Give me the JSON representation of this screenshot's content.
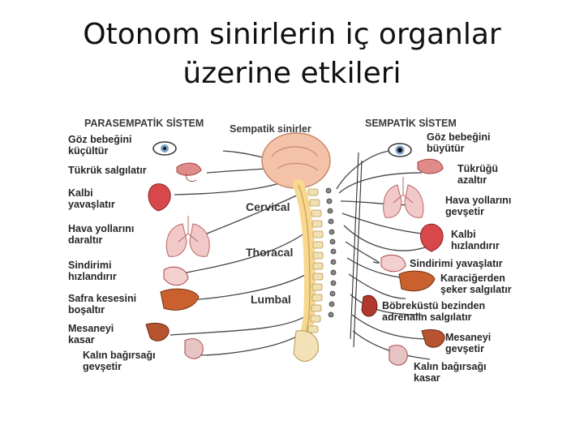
{
  "title": {
    "line1": "Otonom sinirlerin iç organlar",
    "line2": "üzerine etkileri"
  },
  "diagram": {
    "left_header": "PARASEMPATİK SİSTEM",
    "right_header": "SEMPATİK SİSTEM",
    "top_label": "Sempatik sinirler",
    "regions": {
      "cervical": "Cervical",
      "thoracal": "Thoracal",
      "lumbal": "Lumbal"
    },
    "left": [
      {
        "line1": "Göz bebeğini",
        "line2": "küçültür",
        "icon": "eye-icon"
      },
      {
        "line1": "Tükrük salgılatır",
        "line2": "",
        "icon": "salivary-gland-icon"
      },
      {
        "line1": "Kalbi",
        "line2": "yavaşlatır",
        "icon": "heart-icon"
      },
      {
        "line1": "Hava yollarını",
        "line2": "daraltır",
        "icon": "lungs-icon"
      },
      {
        "line1": "Sindirimi",
        "line2": "hızlandırır",
        "icon": "stomach-icon"
      },
      {
        "line1": "Safra kesesini",
        "line2": "boşaltır",
        "icon": "liver-icon"
      },
      {
        "line1": "Mesaneyi",
        "line2": "kasar",
        "icon": "bladder-icon"
      },
      {
        "line1": "Kalın bağırsağı",
        "line2": "gevşetir",
        "icon": "intestine-icon"
      }
    ],
    "right": [
      {
        "line1": "Göz bebeğini",
        "line2": "büyütür",
        "icon": "eye-icon"
      },
      {
        "line1": "Tükrüğü",
        "line2": "azaltır",
        "icon": "salivary-gland-icon"
      },
      {
        "line1": "Hava yollarını",
        "line2": "gevşetir",
        "icon": "lungs-icon"
      },
      {
        "line1": "Kalbi",
        "line2": "hızlandırır",
        "icon": "heart-icon"
      },
      {
        "line1": "Sindirimi yavaşlatır",
        "line2": "",
        "icon": "stomach-icon"
      },
      {
        "line1": "Karaciğerden",
        "line2": "şeker salgılatır",
        "icon": "liver-icon"
      },
      {
        "line1": "Böbreküstü bezinden",
        "line2": "adrenalin salgılatır",
        "icon": "kidney-icon"
      },
      {
        "line1": "Mesaneyi",
        "line2": "gevşetir",
        "icon": "bladder-icon"
      },
      {
        "line1": "Kalın bağırsağı",
        "line2": "kasar",
        "icon": "intestine-icon"
      }
    ],
    "colors": {
      "brain": "#f4c2a8",
      "spinal_cord": "#f8d890",
      "organ_red": "#d8474a",
      "liver": "#c9602e",
      "lungs": "#f2c9c9",
      "bladder": "#b5542f",
      "eye_iris": "#7aa0c8"
    }
  }
}
